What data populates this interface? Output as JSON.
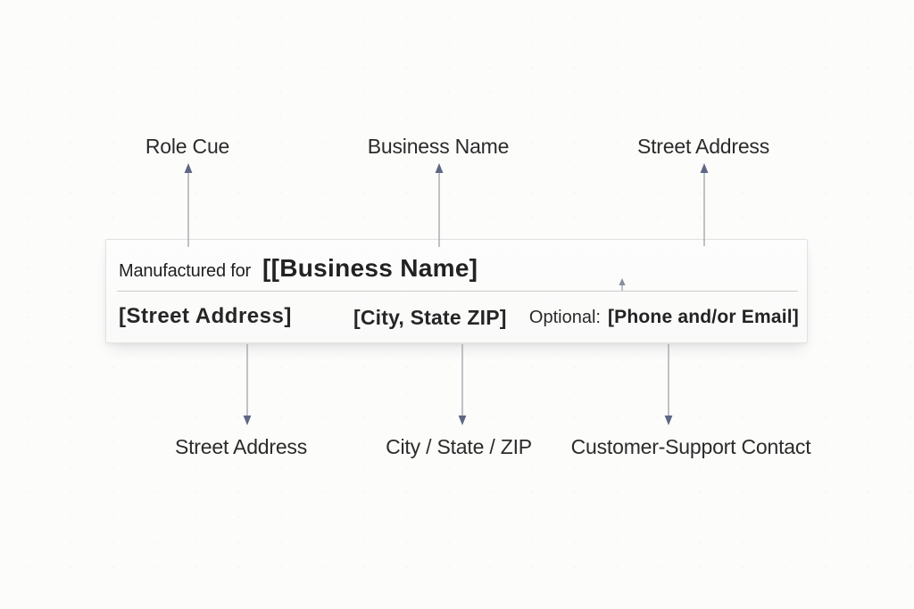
{
  "callouts": {
    "top": [
      {
        "label": "Role Cue"
      },
      {
        "label": "Business Name"
      },
      {
        "label": "Street Address"
      }
    ],
    "bottom": [
      {
        "label": "Street Address"
      },
      {
        "label": "City / State / ZIP"
      },
      {
        "label": "Customer-Support Contact"
      }
    ]
  },
  "card": {
    "role_cue": "Manufactured for",
    "business_name": "[[Business Name]",
    "street_address": "[Street Address]",
    "city_state_zip": "[City, State ZIP]",
    "optional_label": "Optional:",
    "contact": "[Phone and/or Email]"
  },
  "colors": {
    "arrow_line": "#9fa1a8",
    "arrow_head": "#5d6784",
    "text_dark": "#262626",
    "card_border": "#e2e2e2",
    "divider": "#cccccc"
  }
}
